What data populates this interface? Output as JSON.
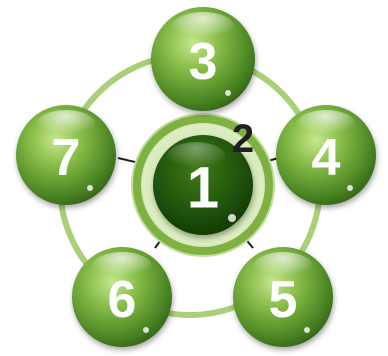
{
  "diagram": {
    "center": {
      "label": "1"
    },
    "ring_label": "2",
    "outer_nodes": [
      {
        "label": "3"
      },
      {
        "label": "4"
      },
      {
        "label": "5"
      },
      {
        "label": "6"
      },
      {
        "label": "7"
      }
    ],
    "colors": {
      "ring": "#a9cf78",
      "sphere_light": "#b8dc7c",
      "sphere_mid": "#6fa43a",
      "sphere_dark": "#2f5d12",
      "center_dark": "#163d08",
      "spoke": "#1f1f1f"
    }
  }
}
